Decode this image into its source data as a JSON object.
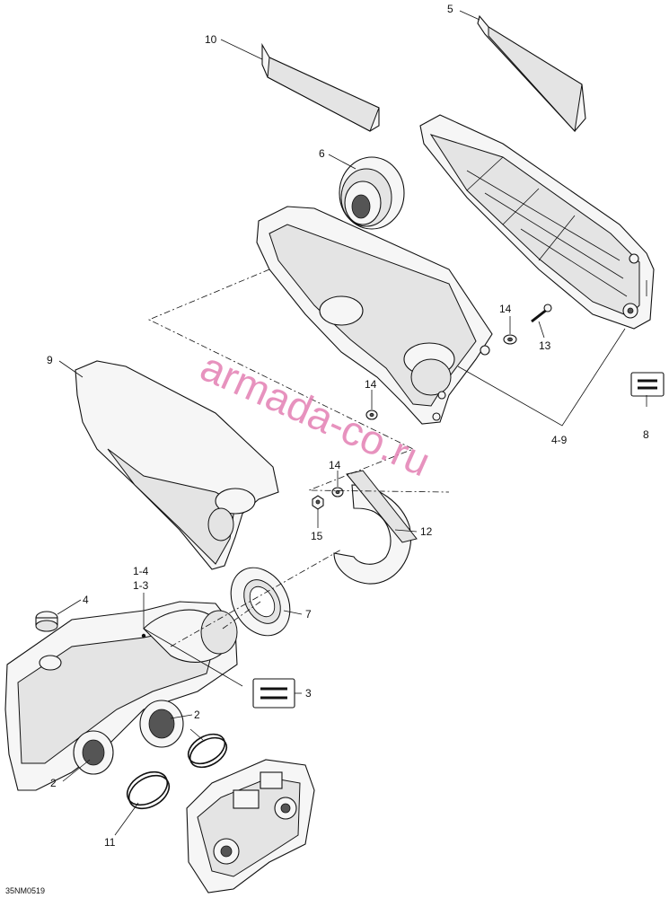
{
  "figure_code": "35NM0519",
  "watermark": "armada-co.ru",
  "callouts": {
    "c1": "1-4",
    "c1b": "1-3",
    "c2a": "2",
    "c2b": "2",
    "c3": "3",
    "c4": "4",
    "c5": "5",
    "c6": "6",
    "c7": "7",
    "c8": "8",
    "c9": "9",
    "c10": "10",
    "c11": "11",
    "c12": "12",
    "c13": "13",
    "c14a": "14",
    "c14b": "14",
    "c14c": "14",
    "c15": "15",
    "c49": "4-9"
  }
}
